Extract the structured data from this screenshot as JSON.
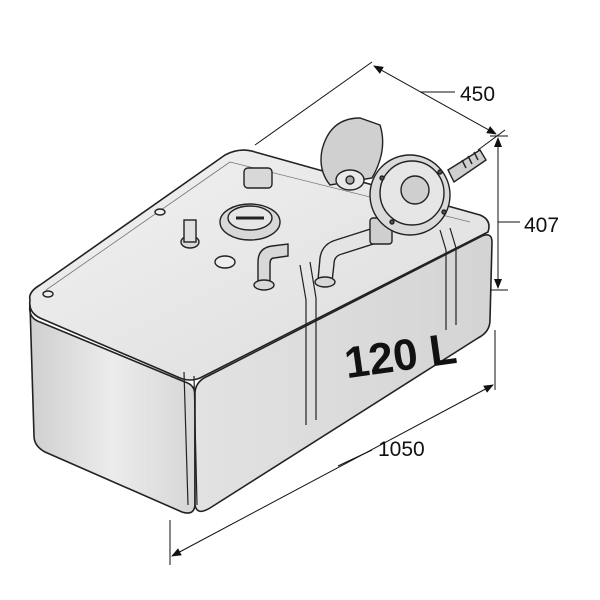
{
  "dimensions": {
    "width": "450",
    "height": "407",
    "length": "1050"
  },
  "tank": {
    "capacity_label": "120 L"
  },
  "colors": {
    "tank_top": "#ececec",
    "tank_front": "#dedede",
    "tank_side": "#e4e4e4",
    "outline": "#222222"
  }
}
